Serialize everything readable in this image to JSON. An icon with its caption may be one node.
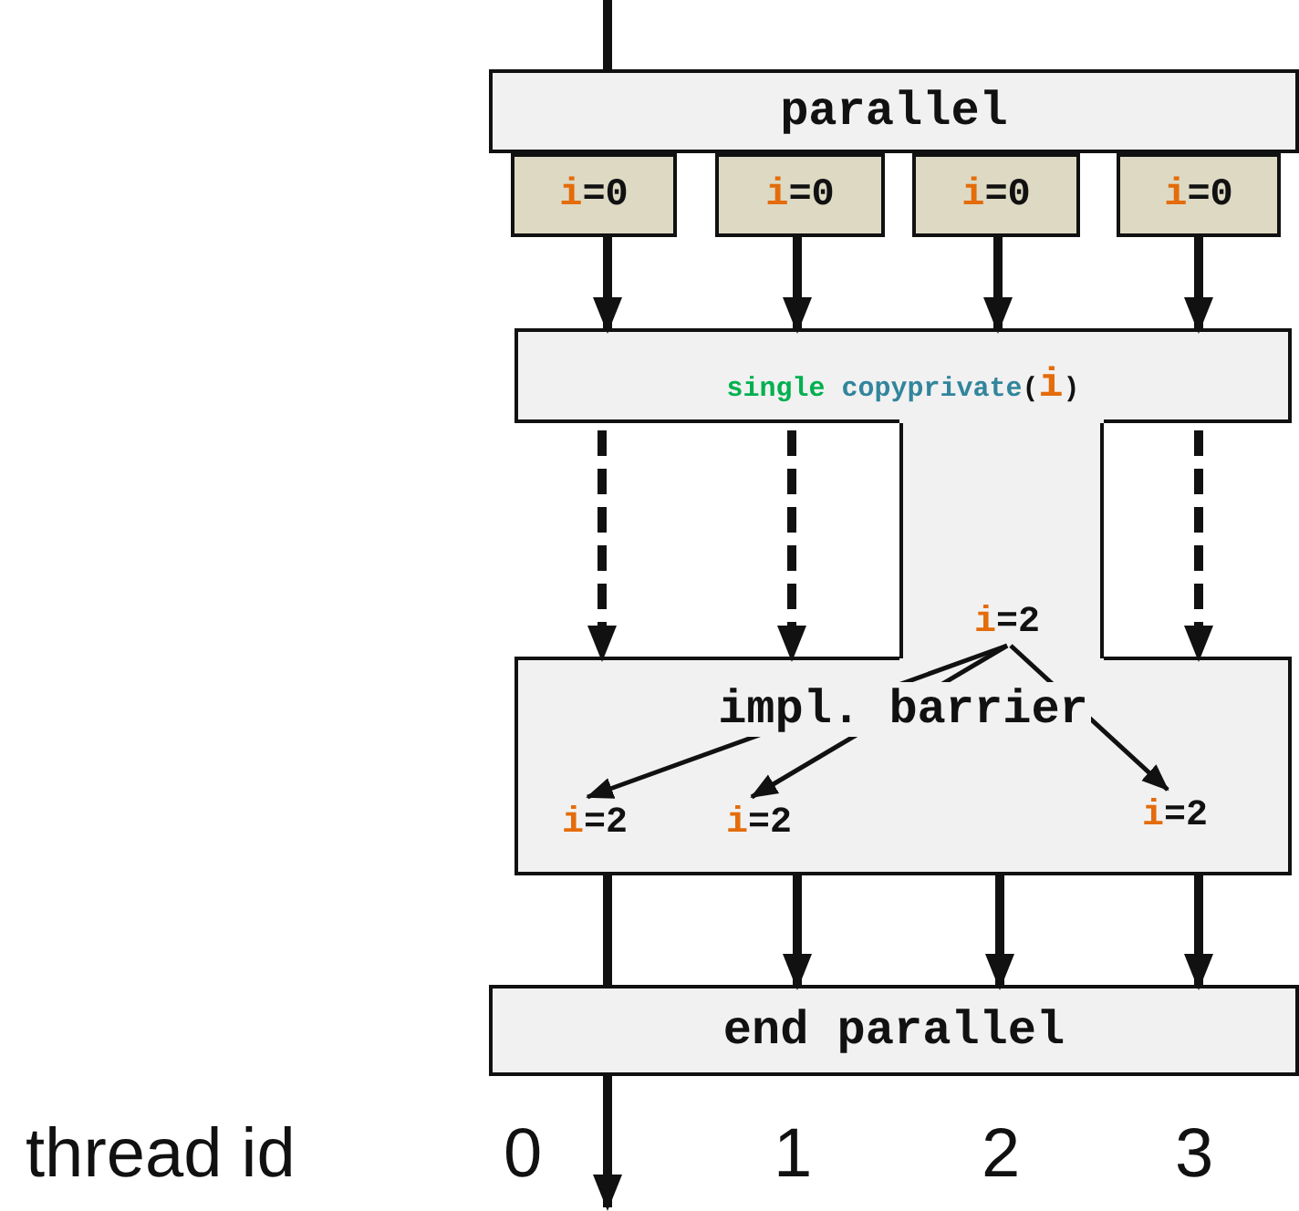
{
  "diagram": {
    "nodes": [
      {
        "text": [
          "parallel"
        ]
      },
      {
        "text": [
          "i=0"
        ]
      },
      {
        "text": [
          "i=0"
        ]
      },
      {
        "text": [
          "i=0"
        ]
      },
      {
        "text": [
          "i=0"
        ]
      },
      {
        "text": [
          "single copyprivate(i)"
        ]
      },
      {
        "text": [
          "impl. barrier"
        ]
      },
      {
        "text": [
          "i=2"
        ]
      },
      {
        "text": [
          "i=2"
        ],
        "in": 6
      },
      {
        "text": [
          "i=2"
        ],
        "in": 6
      },
      {
        "text": [
          "i=2"
        ],
        "in": 6
      },
      {
        "text": [
          "end parallel"
        ]
      }
    ],
    "edges": [
      {
        "from": null,
        "to": 0,
        "arrow": "none"
      },
      {
        "from": 1,
        "to": 5,
        "arrow": "to"
      },
      {
        "from": 2,
        "to": 5,
        "arrow": "to"
      },
      {
        "from": 3,
        "to": 5,
        "arrow": "to"
      },
      {
        "from": 4,
        "to": 5,
        "arrow": "to"
      },
      {
        "from": 5,
        "to": 6,
        "arrow": "to",
        "style": "dashed"
      },
      {
        "from": 5,
        "to": 6,
        "arrow": "to",
        "style": "dashed"
      },
      {
        "from": 5,
        "to": 6,
        "arrow": "to",
        "style": "dashed"
      },
      {
        "from": 7,
        "to": 8,
        "arrow": "to"
      },
      {
        "from": 7,
        "to": 9,
        "arrow": "to"
      },
      {
        "from": 7,
        "to": 10,
        "arrow": "to"
      },
      {
        "from": 6,
        "to": 11,
        "arrow": "none"
      },
      {
        "from": 6,
        "to": 11,
        "arrow": "to"
      },
      {
        "from": 6,
        "to": 11,
        "arrow": "to"
      },
      {
        "from": 6,
        "to": 11,
        "arrow": "to"
      },
      {
        "from": 11,
        "to": null,
        "arrow": "to"
      }
    ],
    "labels": [
      "thread id",
      "0",
      "1",
      "2",
      "3"
    ]
  }
}
